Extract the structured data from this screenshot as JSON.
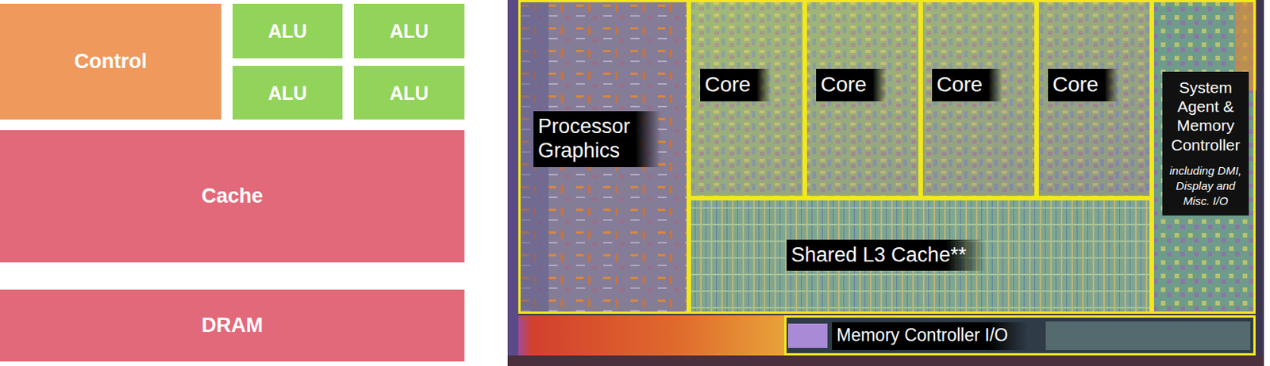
{
  "diagram": {
    "nodes": [
      {
        "text": [
          "Control"
        ]
      },
      {
        "text": [
          "ALU"
        ]
      },
      {
        "text": [
          "ALU"
        ]
      },
      {
        "text": [
          "ALU"
        ]
      },
      {
        "text": [
          "ALU"
        ]
      },
      {
        "text": [
          "Cache"
        ]
      },
      {
        "text": [
          "DRAM"
        ]
      },
      {
        "text": [
          "Processor Graphics"
        ]
      },
      {
        "text": [
          "Core"
        ]
      },
      {
        "text": [
          "Core"
        ]
      },
      {
        "text": [
          "Core"
        ]
      },
      {
        "text": [
          "Core"
        ]
      },
      {
        "text": [
          "Shared L3 Cache**"
        ]
      },
      {
        "text": [
          "System Agent & Memory Controller",
          "including DMI, Display and Misc. I/O"
        ]
      },
      {
        "text": [
          "Memory Controller I/O"
        ]
      }
    ]
  }
}
